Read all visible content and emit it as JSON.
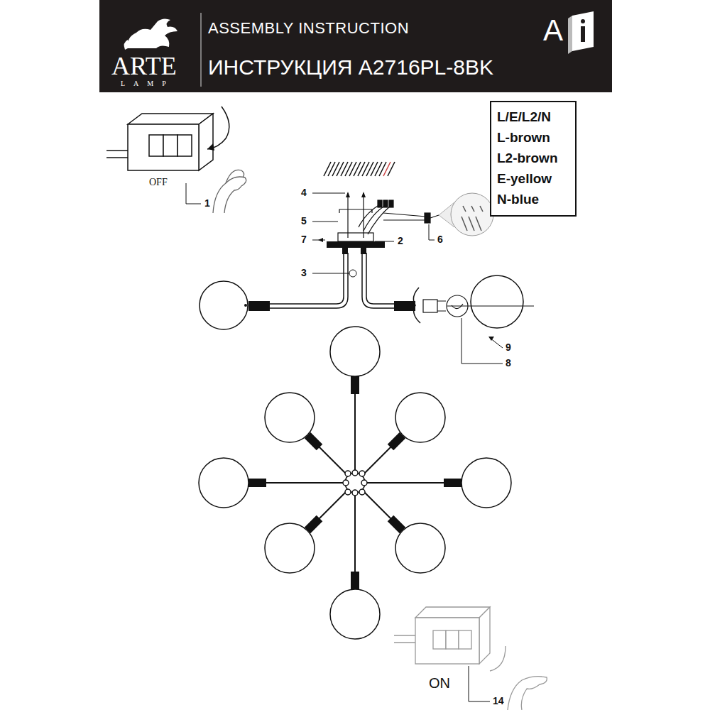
{
  "diagram": {
    "title": "ASSEMBLY INSTRUCTION",
    "nodes": [
      {
        "text": [
          "L/E/L2/N",
          "L-brown",
          "L2-brown",
          "E-yellow",
          "N-blue"
        ]
      }
    ],
    "labels": [
      "ИНСТРУКЦИЯ A2716PL-8BK",
      "A",
      "ARTE",
      "LAMP",
      "OFF",
      "1",
      "4",
      "5",
      "7",
      "2",
      "3",
      "6",
      "9",
      "8",
      "ON",
      "14"
    ]
  }
}
